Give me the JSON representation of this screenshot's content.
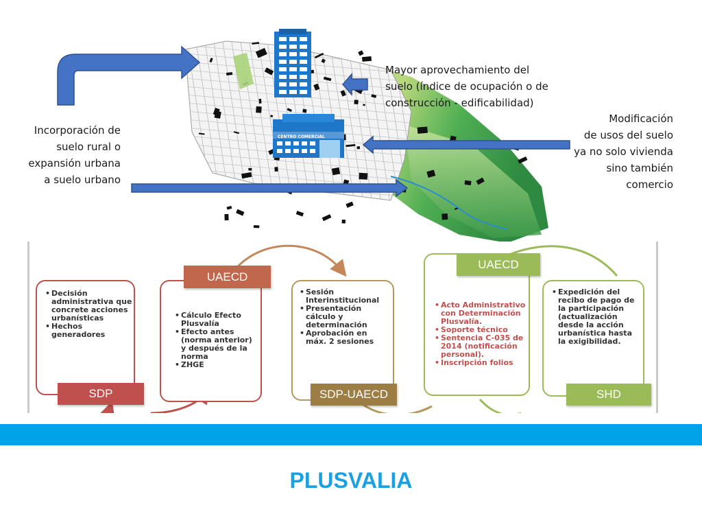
{
  "callouts": {
    "left": [
      "Incorporación de",
      "suelo rural o",
      "expansión urbana",
      "a suelo urbano"
    ],
    "top": [
      "Mayor aprovechamiento del",
      "suelo (índice de ocupación o de",
      "construcción - edificabilidad)"
    ],
    "right": [
      "Modificación",
      "de usos del suelo",
      "ya no solo vivienda",
      "sino también",
      "comercio"
    ]
  },
  "map": {
    "building_sign": "CENTRO COMERCIAL"
  },
  "process": {
    "steps": [
      {
        "tag": "SDP",
        "items": [
          "Decisión administrativa que concrete acciones urbanísticas",
          "Hechos generadores"
        ]
      },
      {
        "tag": "UAECD",
        "items": [
          "Cálculo Efecto Plusvalía",
          "Efecto antes (norma anterior) y después de la norma",
          "ZHGE"
        ]
      },
      {
        "tag": "SDP-UAECD",
        "items": [
          "Sesión Interinstitucional",
          "Presentación cálculo y determinación",
          "Aprobación en máx. 2 sesiones"
        ]
      },
      {
        "tag": "UAECD",
        "items": [
          "Acto Administrativo con Determinación Plusvalía.",
          "Soporte técnico",
          "Sentencia C-035 de 2014 (notificación personal).",
          "Inscripción folios"
        ]
      },
      {
        "tag": "SHD",
        "items": [
          "Expedición del recibo de pago de la participación (actualización desde la acción urbanística hasta la exigibilidad."
        ]
      }
    ]
  },
  "title": "PLUSVALIA",
  "colors": {
    "arrow_blue": "#4472c4",
    "band": "#00a3e8",
    "title": "#1ba1e2",
    "red": "#c0504d",
    "brown": "#9c7e45",
    "green": "#9bbb59"
  }
}
